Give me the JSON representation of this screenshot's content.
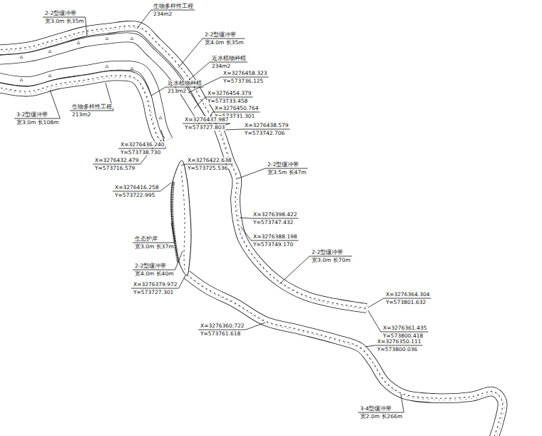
{
  "diagram": {
    "labels": [
      "2-2型缓冲带",
      "宽3.0m 长35m",
      "生物多样性工程",
      "234m2",
      "2-2型缓冲带",
      "宽4.0m 长35m",
      "近水植物种植",
      "234m2",
      "X=3276458.323",
      "Y=573736.125",
      "近水植物种植",
      "213m2",
      "X=3276454.379",
      "Y=573733.458",
      "X=3276450.764",
      "Y=573731.301",
      "3-2型缓冲带",
      "宽3.0m 长108m",
      "生物多样性工程",
      "213m2",
      "X=3276437.987",
      "Y=573727.803",
      "X=3276438.579",
      "Y=573742.706",
      "X=3276436.240",
      "Y=573738.730",
      "X=3276432.479",
      "Y=573716.579",
      "X=3276422.638",
      "Y=573725.536",
      "2-2型缓冲带",
      "宽3.5m 长47m",
      "X=3276416.258",
      "Y=573722.995",
      "X=3276398.422",
      "Y=573747.432",
      "X=3276388.198",
      "Y=573749.170",
      "生态护岸",
      "宽3.0m 长37m",
      "2-2型缓冲带",
      "宽4.0m 长40m",
      "2-2型缓冲带",
      "宽3.0m 长70m",
      "X=3276379.972",
      "Y=573727.301",
      "X=3276364.304",
      "Y=573801.632",
      "X=3276361.435",
      "Y=573800.418",
      "X=3276360.722",
      "Y=573761.618",
      "X=3276350.111",
      "Y=573800.036",
      "3-4型缓冲带",
      "宽2.0m 长266m"
    ]
  }
}
